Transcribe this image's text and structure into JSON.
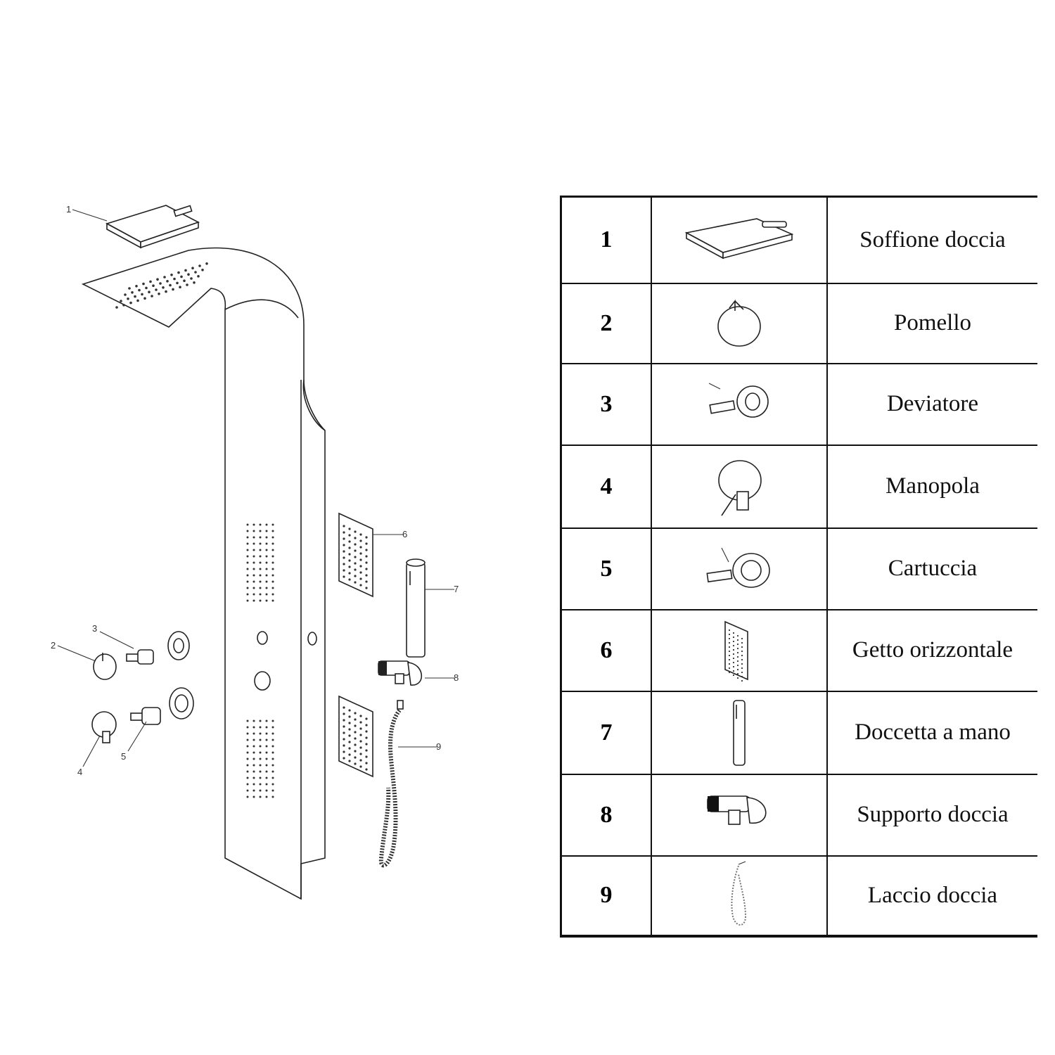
{
  "diagram": {
    "callouts": [
      "1",
      "2",
      "3",
      "4",
      "5",
      "6",
      "7",
      "8",
      "9"
    ]
  },
  "parts": [
    {
      "number": "1",
      "name": "Soffione doccia",
      "icon": "rain-shower-head-icon"
    },
    {
      "number": "2",
      "name": "Pomello",
      "icon": "knob-icon"
    },
    {
      "number": "3",
      "name": "Deviatore",
      "icon": "diverter-icon"
    },
    {
      "number": "4",
      "name": "Manopola",
      "icon": "handle-icon"
    },
    {
      "number": "5",
      "name": "Cartuccia",
      "icon": "cartridge-icon"
    },
    {
      "number": "6",
      "name": "Getto orizzontale",
      "icon": "body-jet-icon"
    },
    {
      "number": "7",
      "name": "Doccetta a mano",
      "icon": "hand-shower-icon"
    },
    {
      "number": "8",
      "name": "Supporto doccia",
      "icon": "shower-bracket-icon"
    },
    {
      "number": "9",
      "name": "Laccio doccia",
      "icon": "shower-hose-icon"
    }
  ]
}
